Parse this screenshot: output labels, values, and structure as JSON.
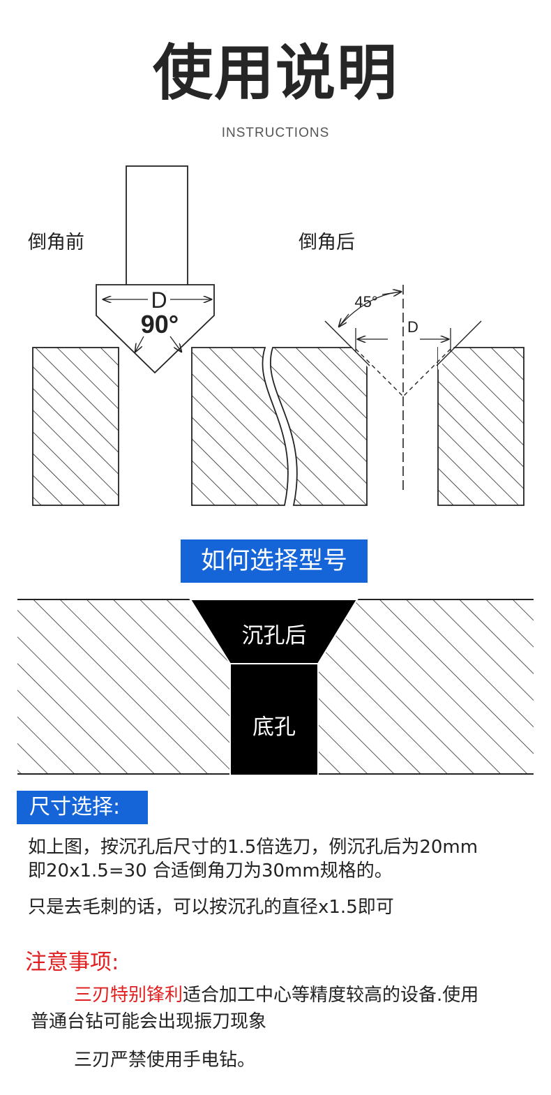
{
  "header": {
    "title": "使用说明",
    "subtitle": "INSTRUCTIONS"
  },
  "diagram1": {
    "before_label": "倒角前",
    "after_label": "倒角后",
    "d_label_left": "D",
    "angle_label": "90°",
    "angle45_label": "45°",
    "d_label_right": "D"
  },
  "section2": {
    "title": "如何选择型号",
    "countersink_label": "沉孔后",
    "base_hole_label": "底孔"
  },
  "size_selection": {
    "title": "尺寸选择:",
    "line1": "如上图，按沉孔后尺寸的1.5倍选刀，例沉孔后为20mm",
    "line2": "即20x1.5=30 合适倒角刀为30mm规格的。",
    "line3": "只是去毛刺的话，可以按沉孔的直径x1.5即可"
  },
  "notice": {
    "title": "注意事项:",
    "line1_red": "三刃特别锋利",
    "line1_rest": "适合加工中心等精度较高的设备.使用",
    "line2": "普通台钻可能会出现振刀现象",
    "line3": "三刃严禁使用手电钻。"
  },
  "colors": {
    "accent_blue": "#1565d8",
    "warning_red": "#e02020",
    "text": "#222222"
  }
}
